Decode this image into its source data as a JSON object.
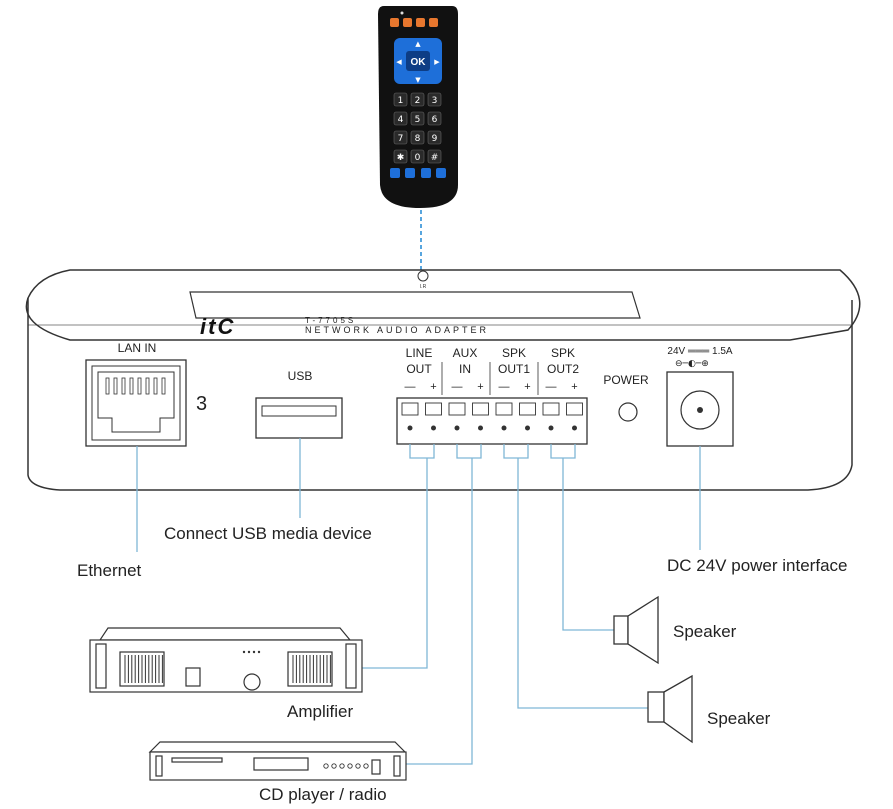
{
  "remote": {
    "ok_label": "OK",
    "keys": [
      "1",
      "2",
      "3",
      "4",
      "5",
      "6",
      "7",
      "8",
      "9",
      "✱",
      "0",
      "#"
    ]
  },
  "device": {
    "brand": "itC",
    "model": "T-7705S",
    "subtitle": "NETWORK AUDIO ADAPTER",
    "ir_label": "I.R",
    "lan_in": "LAN  IN",
    "lan_number": "3",
    "usb": "USB",
    "line_out": [
      "LINE",
      "OUT"
    ],
    "aux_in": [
      "AUX",
      "IN"
    ],
    "spk_out1": [
      "SPK",
      "OUT1"
    ],
    "spk_out2": [
      "SPK",
      "OUT2"
    ],
    "polarity_minus": "—",
    "polarity_plus": "+",
    "power": "POWER",
    "dc_rating": "24V ═══ 1.5A"
  },
  "callouts": {
    "usb_device": "Connect USB media device",
    "ethernet": "Ethernet",
    "dc_power": "DC 24V power interface",
    "speaker_1": "Speaker",
    "speaker_2": "Speaker",
    "amplifier": "Amplifier",
    "cd_player": "CD player / radio"
  },
  "colors": {
    "remote_body": "#111111",
    "remote_accent": "#1e6fd9",
    "remote_orange": "#e8772e",
    "ir_beam": "#2f8fd6",
    "wire": "#7fb6d6",
    "outline": "#333333"
  }
}
